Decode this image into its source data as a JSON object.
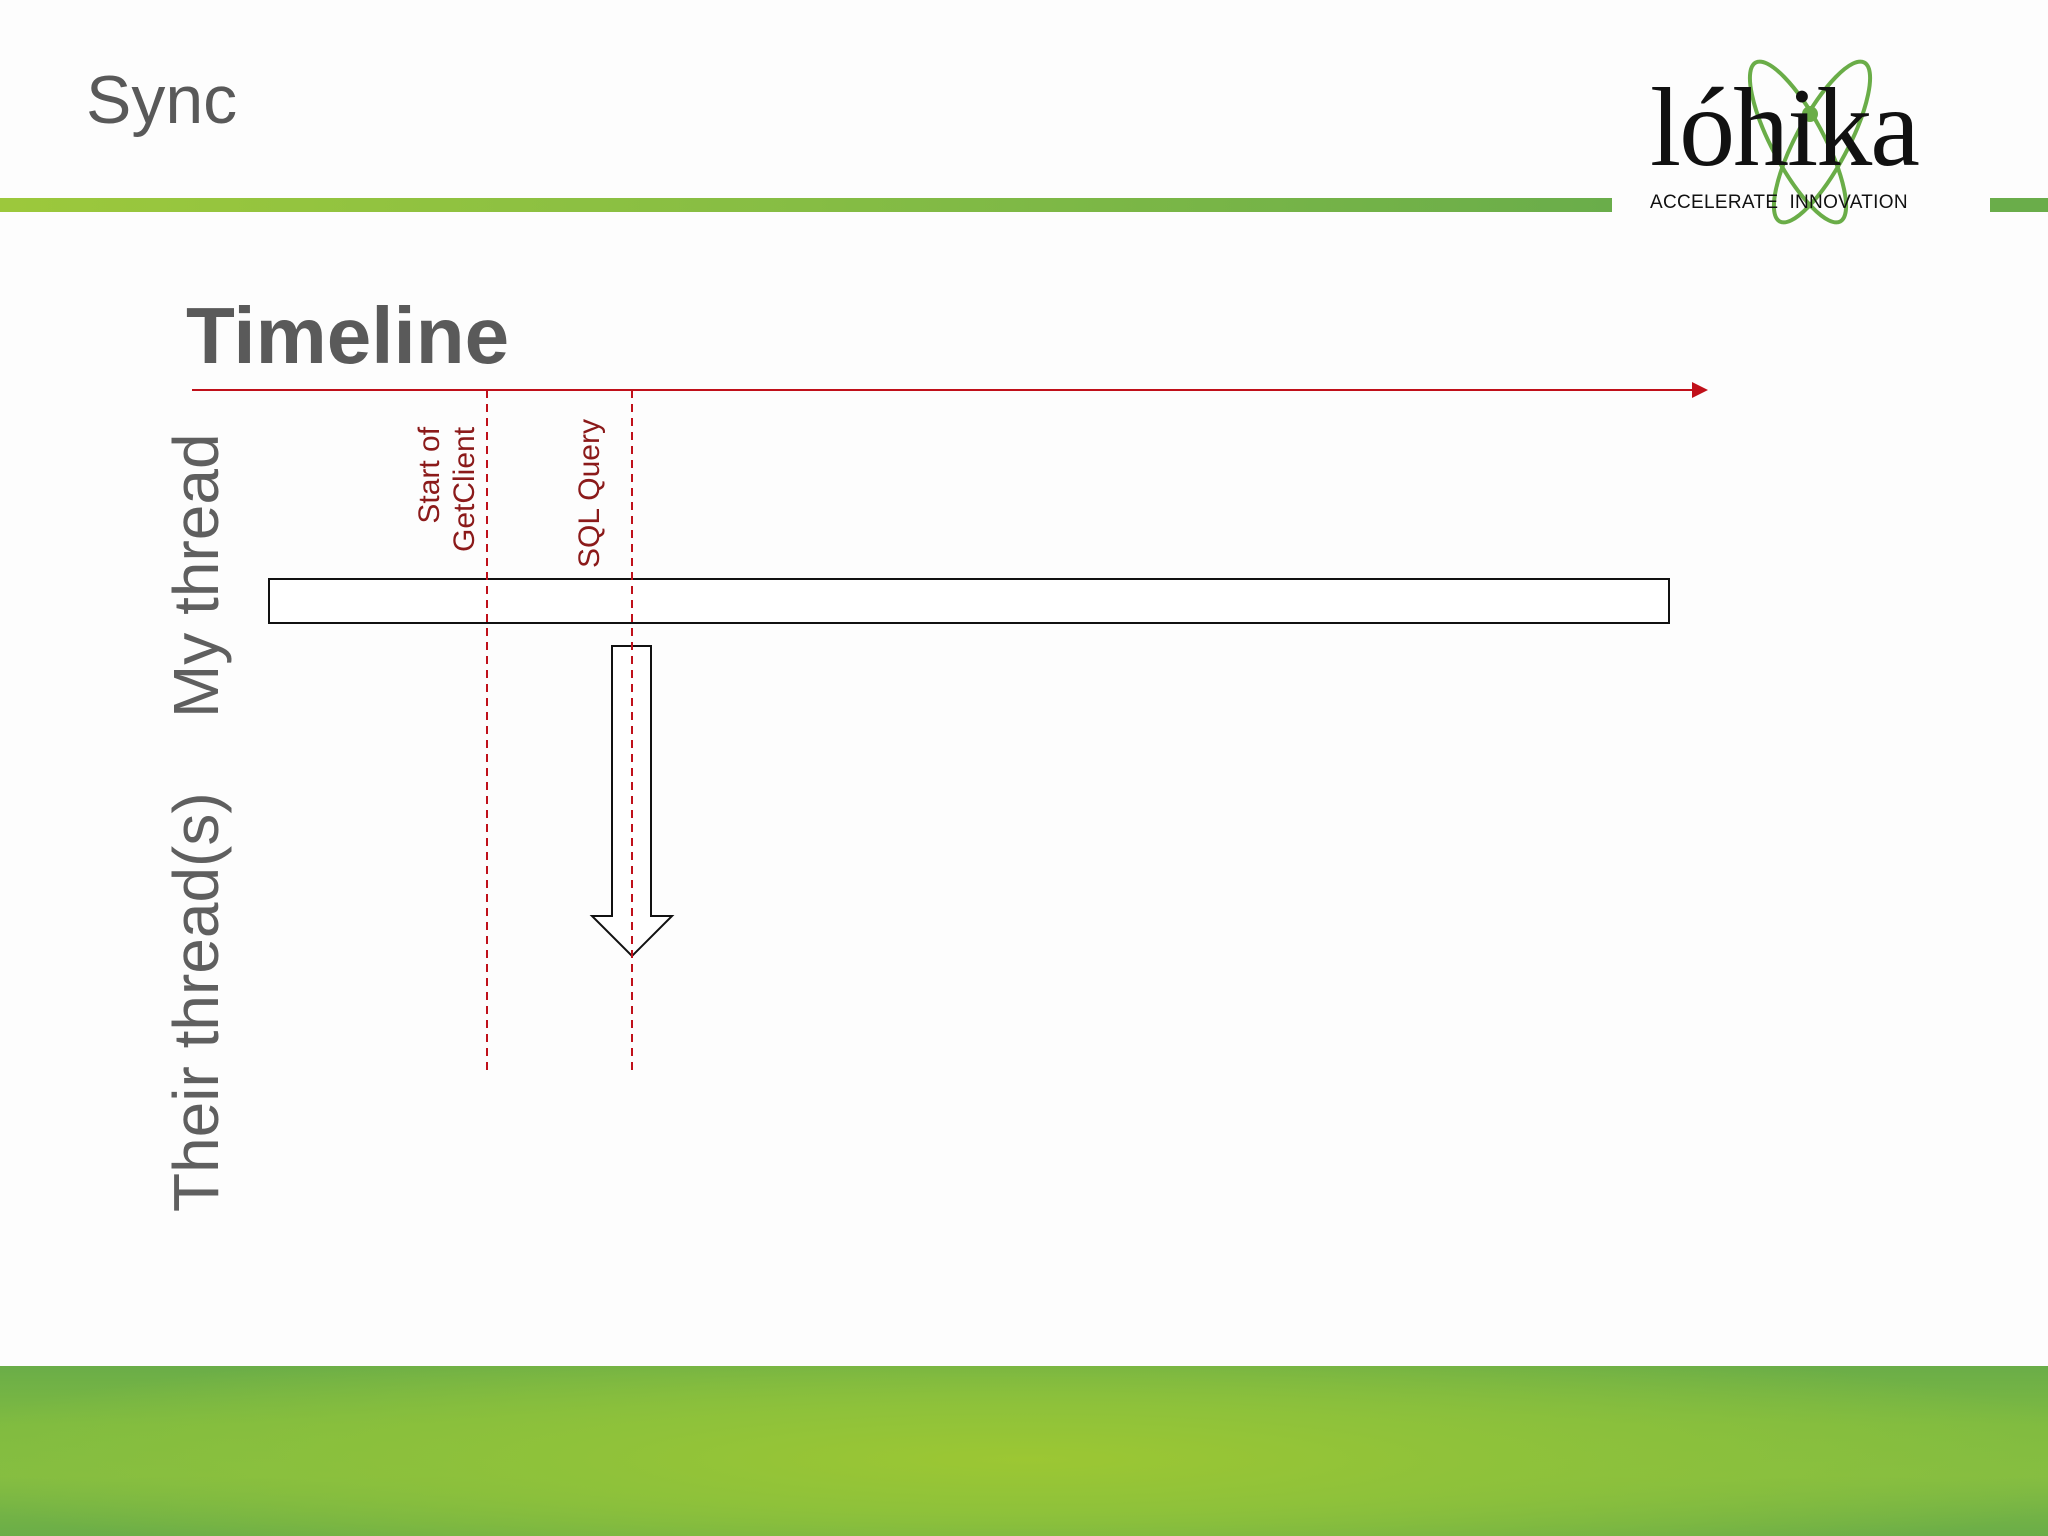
{
  "slide": {
    "title": "Sync"
  },
  "logo": {
    "wordmark": "lóhika",
    "tagline": "ACCELERATE  INNOVATION"
  },
  "diagram": {
    "heading": "Timeline",
    "rows": [
      {
        "label": "My thread"
      },
      {
        "label": "Their thread(s)"
      }
    ],
    "markers": [
      {
        "lines": [
          "Start of",
          "GetClient"
        ]
      },
      {
        "lines": [
          "SQL Query"
        ]
      }
    ]
  },
  "colors": {
    "accent_green": "#8dc23f",
    "marker_red": "#c0101a",
    "text_gray": "#595959"
  }
}
